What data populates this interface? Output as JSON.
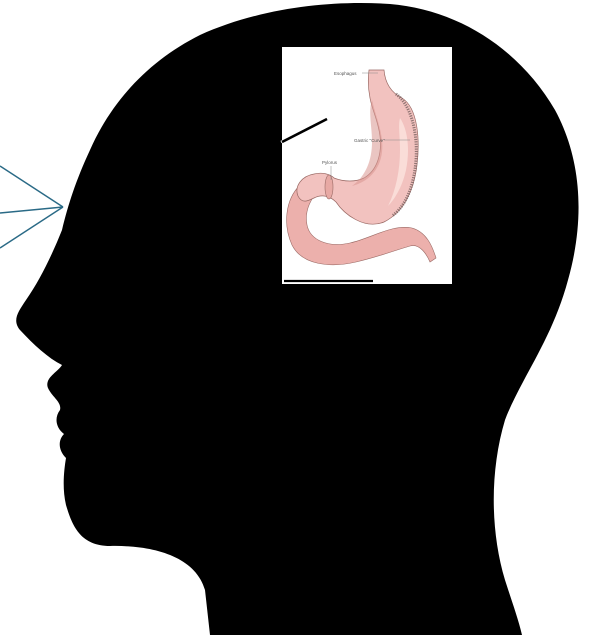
{
  "colors": {
    "background": "#ffffff",
    "head_silhouette": "#000000",
    "vision_lines": "#2a6a86",
    "image_panel": "#ffffff",
    "stomach_fill": "#f2c2bf",
    "stomach_shade": "#d8958f",
    "stomach_highlight": "#fbe3df",
    "stomach_border": "#8a5a55",
    "label_text": "#555555",
    "leader_lines": "#888888",
    "pointer_line": "#000000"
  },
  "icons": {
    "head": "head-silhouette-icon",
    "eye_rays": "vision-rays-icon"
  },
  "stomach_labels": {
    "esophagus": "Esophagus",
    "curve": "Gastric \"Curve\"",
    "pylorus": "Pylorus"
  }
}
